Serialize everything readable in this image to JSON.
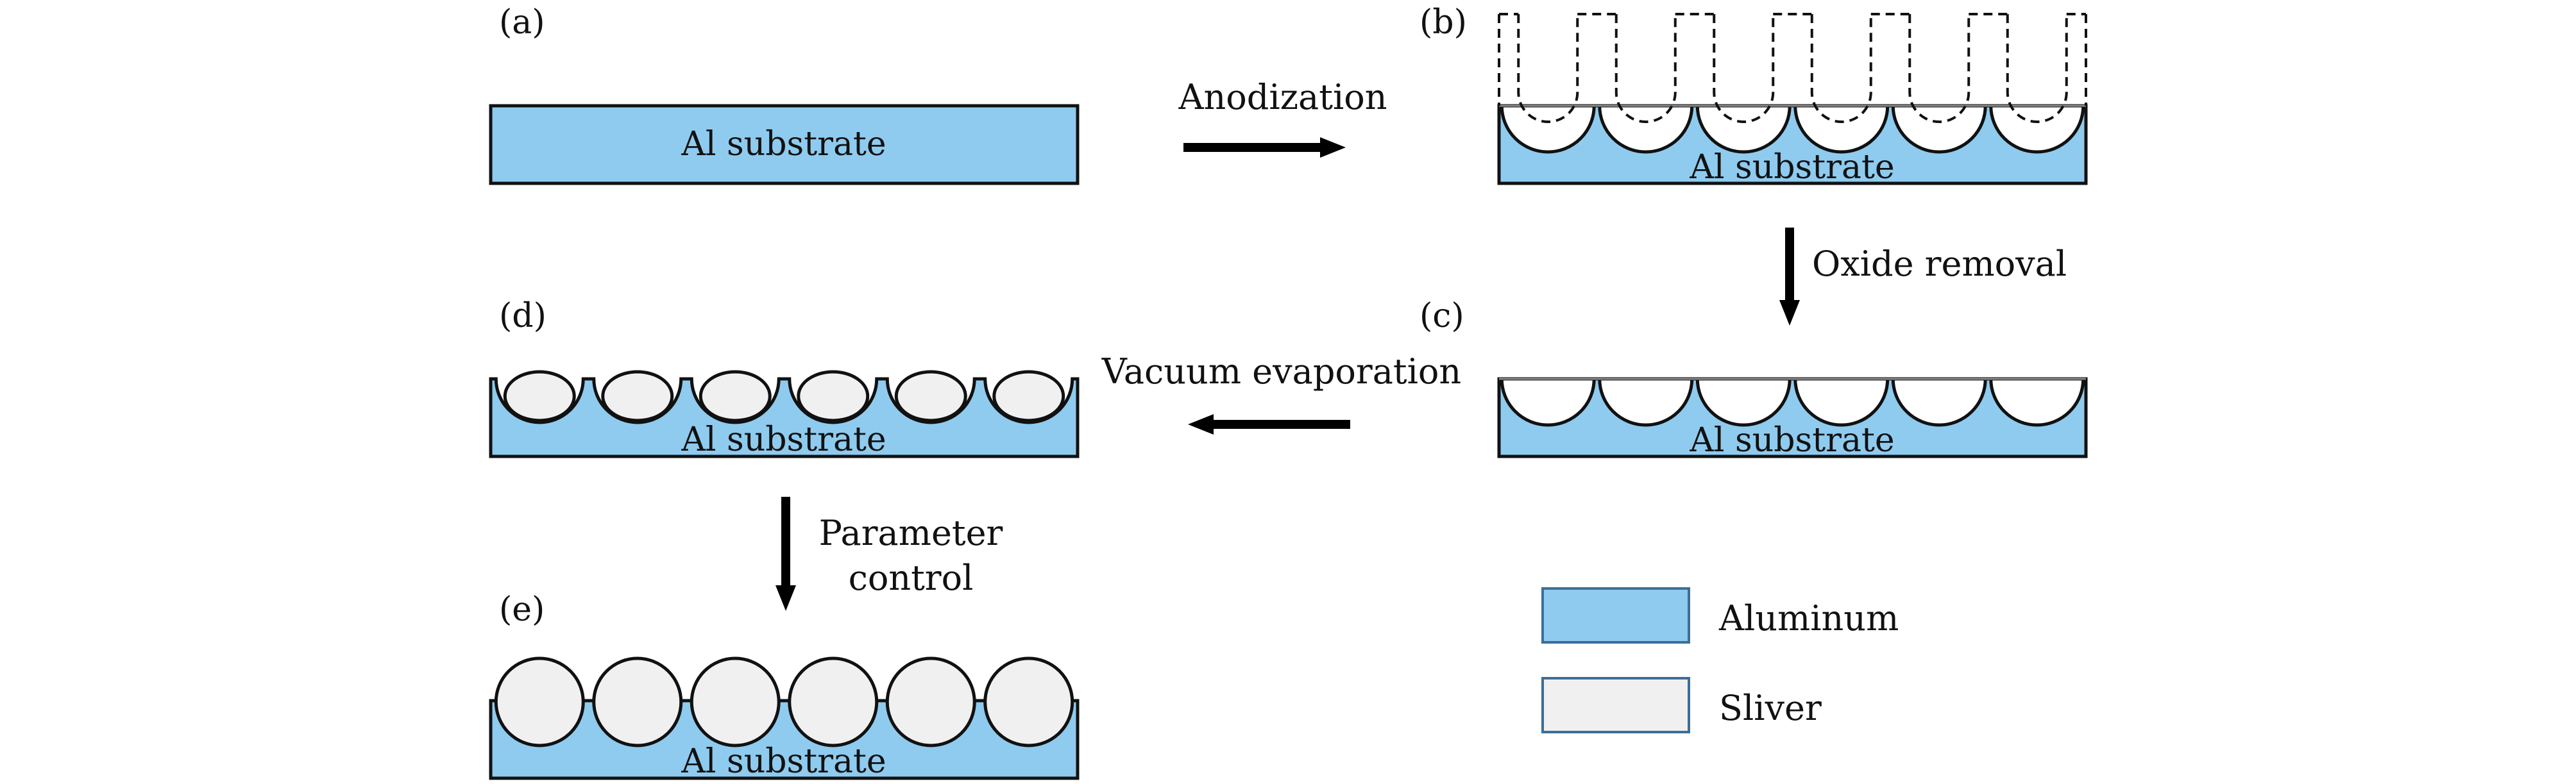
{
  "panels": {
    "a": "(a)",
    "b": "(b)",
    "c": "(c)",
    "d": "(d)",
    "e": "(e)"
  },
  "substrate_label": "Al substrate",
  "steps": {
    "anodization": "Anodization",
    "oxide_removal": "Oxide removal",
    "vacuum_evaporation": "Vacuum evaporation",
    "parameter_line1": "Parameter",
    "parameter_line2": "control"
  },
  "legend": {
    "aluminum": "Aluminum",
    "silver": "Sliver"
  },
  "colors": {
    "aluminum": "#8ecbef",
    "silver": "#f0f0f0",
    "outline": "#111111",
    "arrow": "#000000"
  }
}
